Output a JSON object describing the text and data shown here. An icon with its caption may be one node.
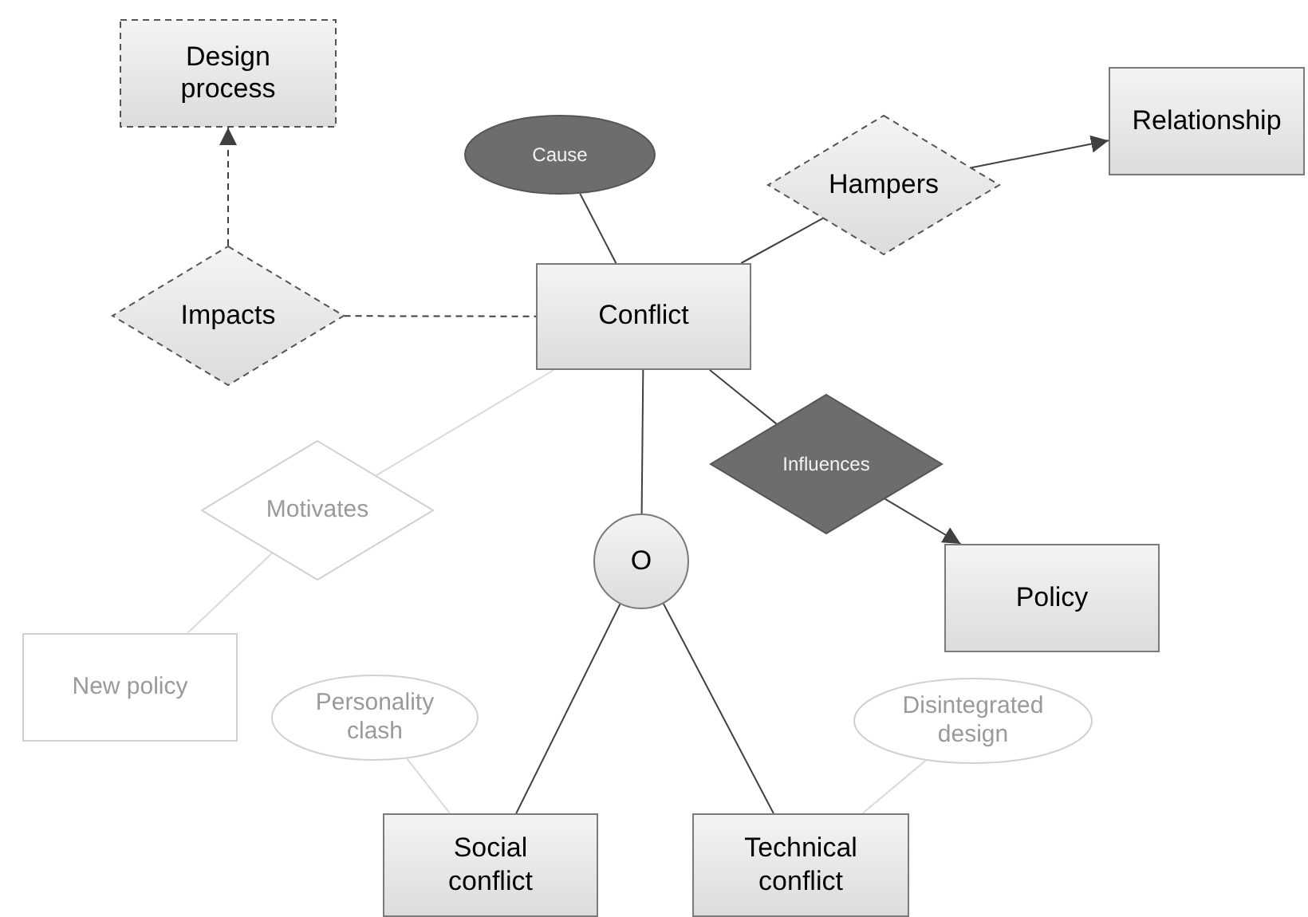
{
  "diagram": {
    "nodes": [
      {
        "text": [
          "Design process"
        ]
      },
      {
        "text": [
          "Cause"
        ]
      },
      {
        "text": [
          "Hampers"
        ]
      },
      {
        "text": [
          "Relationship"
        ]
      },
      {
        "text": [
          "Impacts"
        ]
      },
      {
        "text": [
          "Conflict"
        ]
      },
      {
        "text": [
          "Influences"
        ]
      },
      {
        "text": [
          "Motivates"
        ]
      },
      {
        "text": [
          "O"
        ]
      },
      {
        "text": [
          "Policy"
        ]
      },
      {
        "text": [
          "New policy"
        ]
      },
      {
        "text": [
          "Personality clash"
        ]
      },
      {
        "text": [
          "Disintegrated design"
        ]
      },
      {
        "text": [
          "Social conflict"
        ]
      },
      {
        "text": [
          "Technical conflict"
        ]
      }
    ],
    "edges": [
      {
        "from": 4,
        "to": 0,
        "arrow": "to",
        "style": "dashed"
      },
      {
        "from": 4,
        "to": 5,
        "arrow": "none",
        "style": "dashed"
      },
      {
        "from": 1,
        "to": 5,
        "arrow": "none"
      },
      {
        "from": 5,
        "to": 2,
        "arrow": "none"
      },
      {
        "from": 2,
        "to": 3,
        "arrow": "to"
      },
      {
        "from": 5,
        "to": 6,
        "arrow": "none"
      },
      {
        "from": 6,
        "to": 9,
        "arrow": "to"
      },
      {
        "from": 5,
        "to": 7,
        "arrow": "none",
        "color": "#dadada"
      },
      {
        "from": 7,
        "to": 10,
        "arrow": "none",
        "color": "#dadada"
      },
      {
        "from": 5,
        "to": 8,
        "arrow": "none"
      },
      {
        "from": 8,
        "to": 13,
        "arrow": "none"
      },
      {
        "from": 8,
        "to": 14,
        "arrow": "none"
      },
      {
        "from": 11,
        "to": 13,
        "arrow": "none",
        "color": "#dadada"
      },
      {
        "from": 12,
        "to": 14,
        "arrow": "none",
        "color": "#dadada"
      }
    ]
  }
}
